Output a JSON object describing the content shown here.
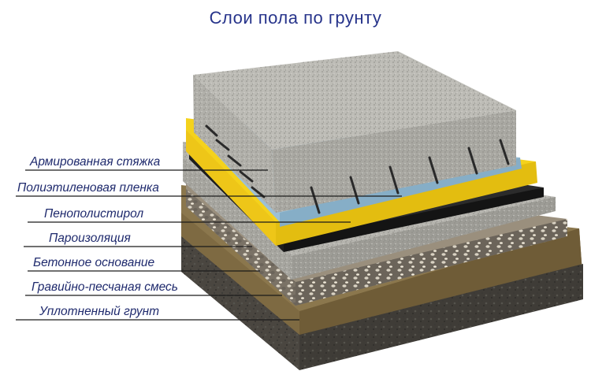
{
  "title": "Слои пола по грунту",
  "layers": [
    {
      "label": "Армированная стяжка"
    },
    {
      "label": "Полиэтиленовая пленка"
    },
    {
      "label": "Пенополистирол"
    },
    {
      "label": "Пароизоляция"
    },
    {
      "label": "Бетонное основание"
    },
    {
      "label": "Гравийно-песчаная смесь"
    },
    {
      "label": "Уплотненный грунт"
    }
  ],
  "colors": {
    "title": "#27348b",
    "label_text": "#1f2a6d",
    "leader_line": "#1a1a1a",
    "screed": "#b9b8b2",
    "plastic_film": "#8fb7cf",
    "polystyrene": "#f4d21c",
    "vapor_barrier": "#1c1c1c",
    "concrete_base": "#a9a8a3",
    "gravel_sand": "#8a8070",
    "compacted_soil": "#7d6a44"
  }
}
